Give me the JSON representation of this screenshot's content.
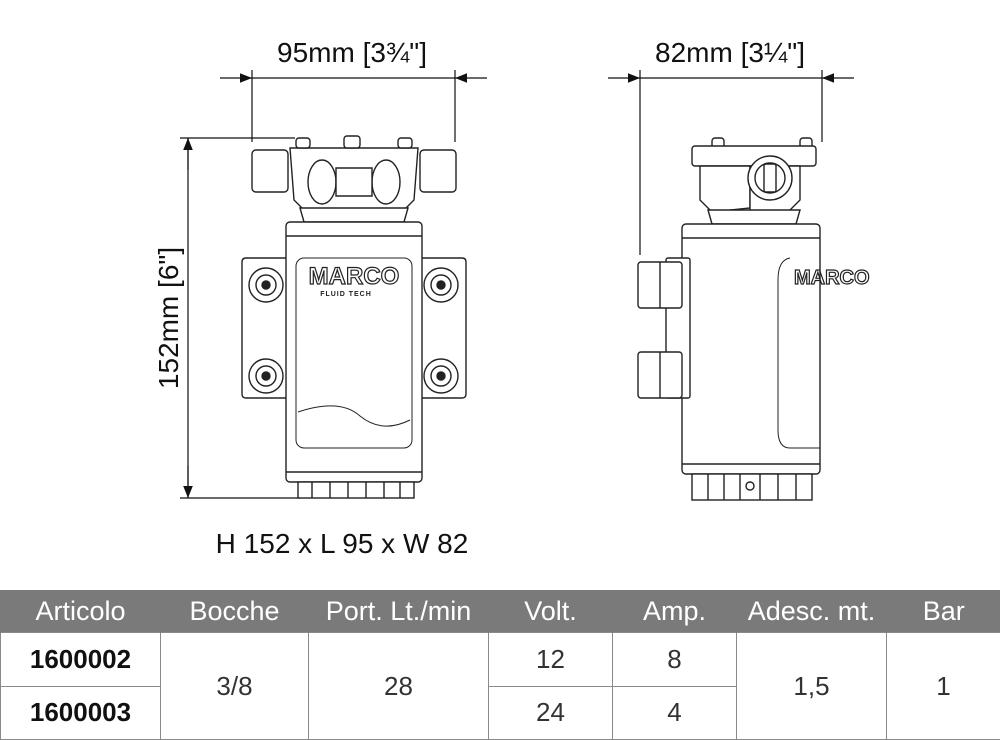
{
  "dimensions": {
    "width": "95mm [3¾\"]",
    "depth": "82mm [3¼\"]",
    "height": "152mm [6\"]",
    "summary": "H 152 x L 95 x W 82"
  },
  "logo": {
    "brand": "MARCO",
    "subtitle": "FLUID TECH"
  },
  "table": {
    "headers": [
      "Articolo",
      "Bocche",
      "Port. Lt./min",
      "Volt.",
      "Amp.",
      "Adesc. mt.",
      "Bar"
    ],
    "rows": [
      {
        "articolo": "1600002",
        "volt": "12",
        "amp": "8"
      },
      {
        "articolo": "1600003",
        "volt": "24",
        "amp": "4"
      }
    ],
    "shared": {
      "bocche": "3/8",
      "portata": "28",
      "adescamento": "1,5",
      "bar": "1"
    }
  },
  "colors": {
    "header_bg": "#7a7a7a",
    "header_text": "#ffffff",
    "line": "#222222"
  }
}
